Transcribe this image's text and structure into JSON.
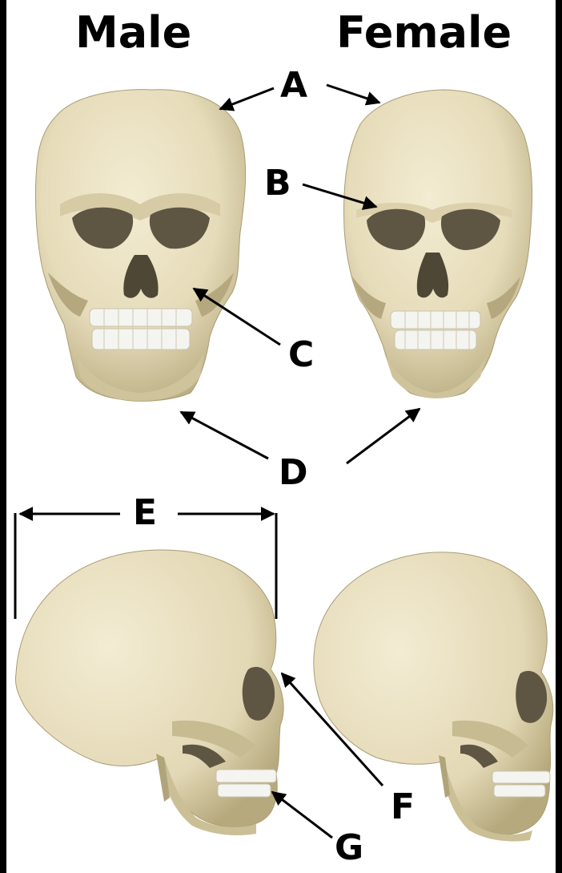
{
  "headings": {
    "male": "Male",
    "female": "Female"
  },
  "labels": {
    "a": "A",
    "b": "B",
    "c": "C",
    "d": "D",
    "e": "E",
    "f": "F",
    "g": "G"
  },
  "colors": {
    "bone": "#e9e1c3",
    "bone_shade": "#c8bd95",
    "bone_dark": "#8f8462",
    "socket": "#5e5642",
    "teeth": "#f4f4f0",
    "background": "#ffffff",
    "border": "#000000"
  }
}
